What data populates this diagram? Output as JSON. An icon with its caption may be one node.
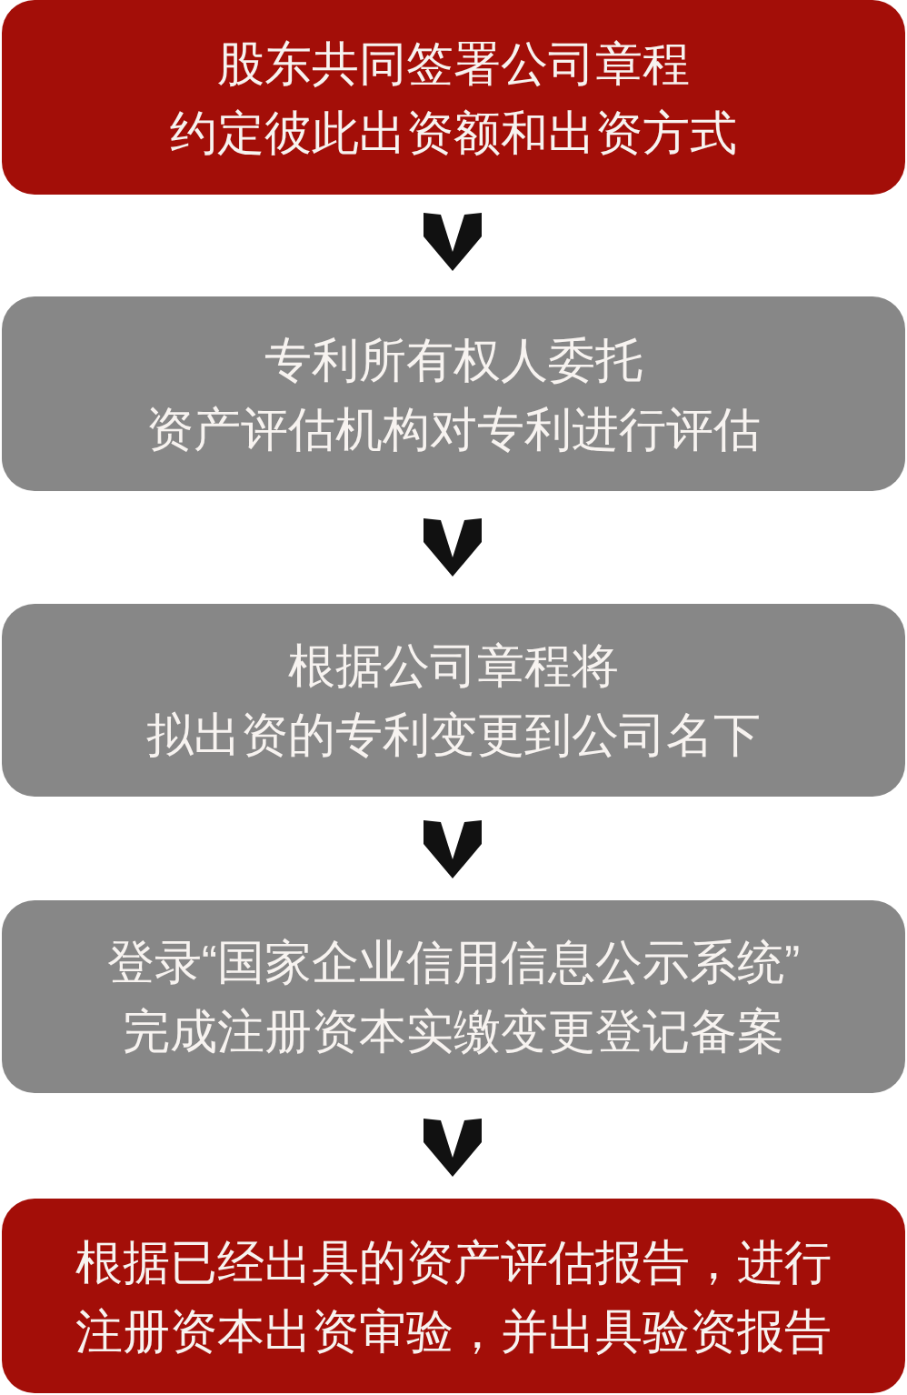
{
  "diagram": {
    "nodes": [
      {
        "text": [
          "股东共同签署公司章程",
          "约定彼此出资额和出资方式"
        ]
      },
      {
        "text": [
          "专利所有权人委托",
          "资产评估机构对专利进行评估"
        ]
      },
      {
        "text": [
          "根据公司章程将",
          "拟出资的专利变更到公司名下"
        ]
      },
      {
        "text": [
          "登录“国家企业信用信息公示系统”",
          "完成注册资本实缴变更登记备案"
        ]
      },
      {
        "text": [
          "根据已经出具的资产评估报告，进行注册资本出资审验，并出具验资报告"
        ]
      }
    ],
    "edges": [
      {
        "from": 0,
        "to": 1,
        "arrow": "to"
      },
      {
        "from": 1,
        "to": 2,
        "arrow": "to"
      },
      {
        "from": 2,
        "to": 3,
        "arrow": "to"
      },
      {
        "from": 3,
        "to": 4,
        "arrow": "to"
      }
    ]
  }
}
